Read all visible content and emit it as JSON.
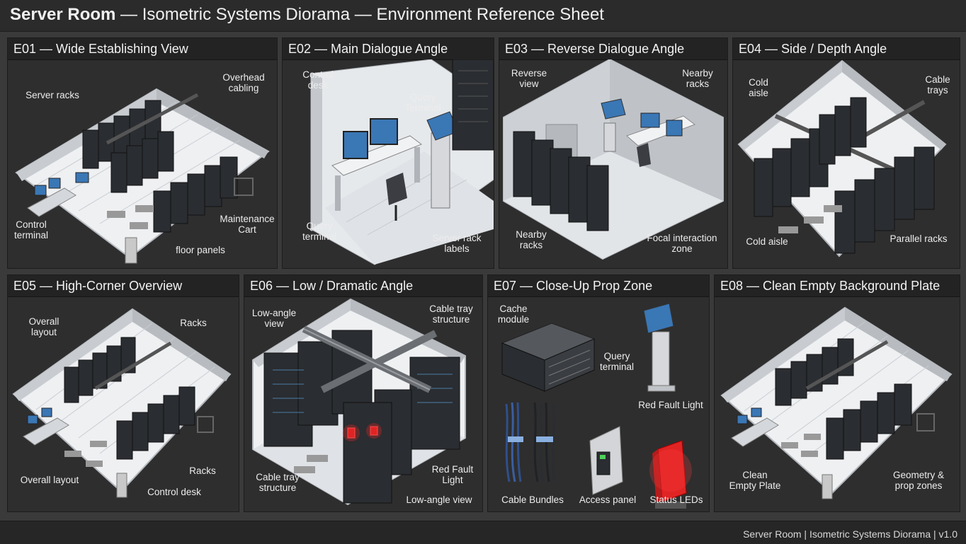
{
  "header": {
    "title_bold": "Server Room",
    "title_rest": " — Isometric Systems Diorama — Environment Reference Sheet"
  },
  "panels": [
    {
      "title": "E01 — Wide Establishing View",
      "labels": [
        "Server racks",
        "Overhead\ncabling",
        "Control\nterminal",
        "Maintenance\nCart",
        "floor panels"
      ]
    },
    {
      "title": "E02 — Main Dialogue Angle",
      "labels": [
        "Control\ndesk",
        "Query\nTerminal",
        "Query\nterminal",
        "Server rack\nlabels"
      ]
    },
    {
      "title": "E03 — Reverse Dialogue Angle",
      "labels": [
        "Reverse\nview",
        "Nearby\nracks",
        "Nearby\nracks",
        "Focal interaction\nzone"
      ]
    },
    {
      "title": "E04 — Side / Depth Angle",
      "labels": [
        "Cold\naisle",
        "Cable\ntrays",
        "Cold aisle",
        "Parallel racks"
      ]
    },
    {
      "title": "E05 — High-Corner Overview",
      "labels": [
        "Overall\nlayout",
        "Racks",
        "Overall layout",
        "Racks",
        "Control desk"
      ]
    },
    {
      "title": "E06 — Low / Dramatic Angle",
      "labels": [
        "Low-angle\nview",
        "Cable tray\nstructure",
        "Cable tray\nstructure",
        "Red Fault\nLight",
        "Low-angle view"
      ]
    },
    {
      "title": "E07 — Close-Up Prop Zone",
      "labels": [
        "Cache\nmodule",
        "Query\nterminal",
        "Red Fault Light",
        "Cable Bundles",
        "Access panel",
        "Status LEDs"
      ]
    },
    {
      "title": "E08 — Clean Empty Background Plate",
      "labels": [
        "Clean\nEmpty Plate",
        "Geometry &\nprop zones"
      ]
    }
  ],
  "footer": {
    "text": "Server Room | Isometric Systems Diorama | v1.0"
  },
  "colors": {
    "background": "#3a3a3a",
    "panel": "#2e2e2e",
    "header": "#232323",
    "rack": "#2a2d31",
    "floor": "#dfe2e6",
    "fault_red": "#e02424"
  }
}
